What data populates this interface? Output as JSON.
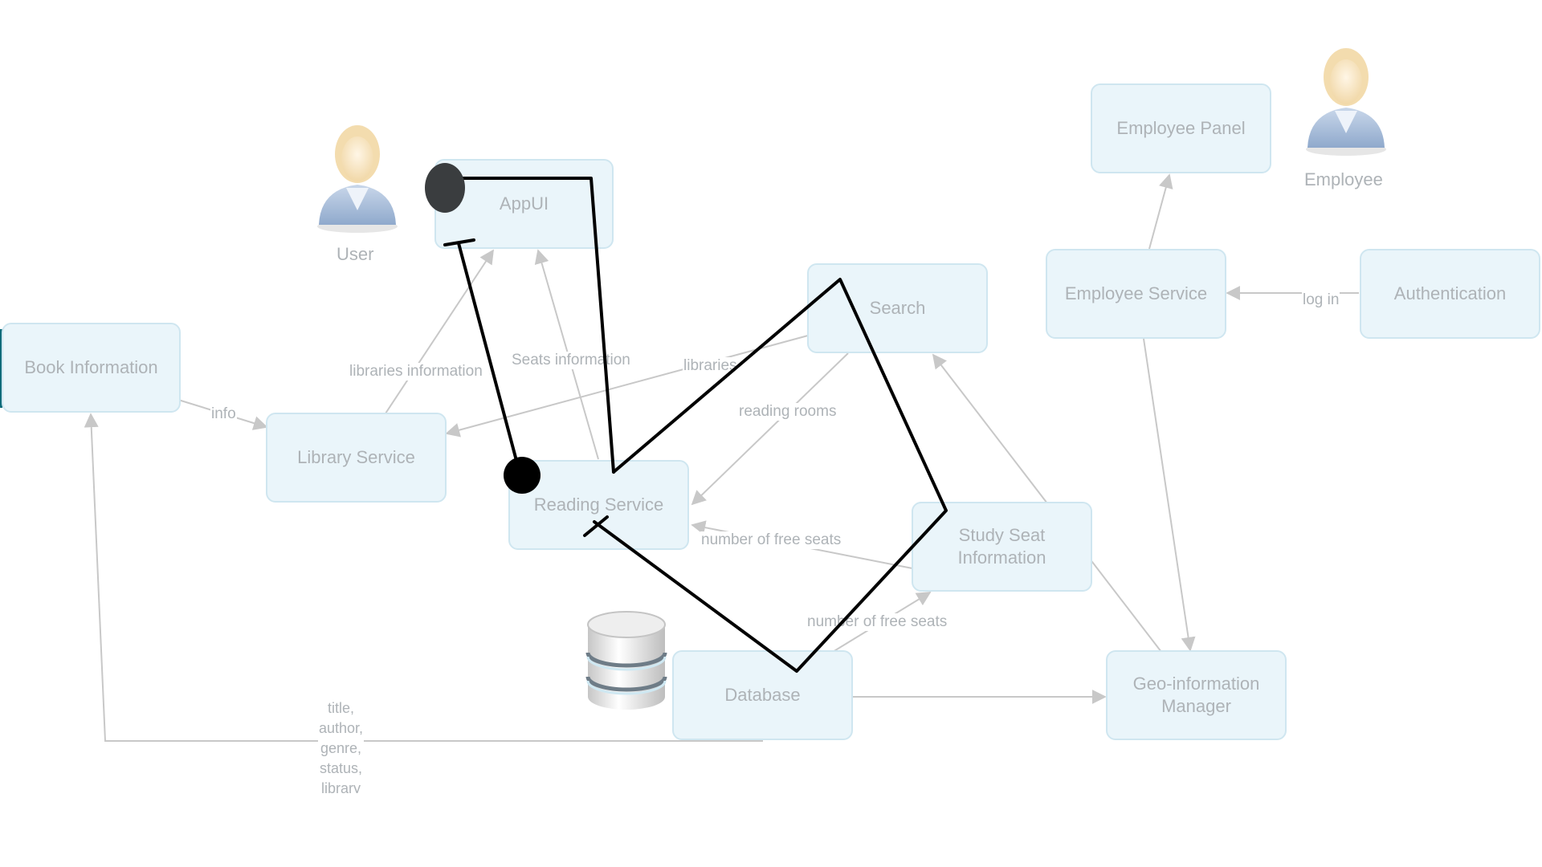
{
  "actors": {
    "user": "User",
    "employee": "Employee"
  },
  "nodes": {
    "appui": "AppUI",
    "book_information": "Book Information",
    "library_service": "Library Service",
    "reading_service": "Reading Service",
    "search": "Search",
    "study_seat_information": "Study Seat\nInformation",
    "database": "Database",
    "geo_information_manager": "Geo-information\nManager",
    "employee_panel": "Employee Panel",
    "employee_service": "Employee Service",
    "authentication": "Authentication"
  },
  "edge_labels": {
    "libraries_information": "libraries information",
    "seats_information": "Seats information",
    "libraries": "libraries",
    "info": "info",
    "reading_rooms": "reading rooms",
    "number_of_free_seats_1": "number of free seats",
    "number_of_free_seats_2": "number of free seats",
    "log_in": "log in",
    "book_fields": "title,\nauthor,\ngenre,\nstatus,\nlibrary"
  },
  "colors": {
    "node_fill": "#eaf5fa",
    "node_border": "#cfe6f0",
    "text": "#aeb3b7",
    "edge": "#c8c8c8",
    "annotation": "#000000",
    "side_tab": "#0d6b7a"
  },
  "icons": {
    "user": "user-avatar-icon",
    "employee": "employee-avatar-icon",
    "database": "database-cylinder-icon"
  }
}
